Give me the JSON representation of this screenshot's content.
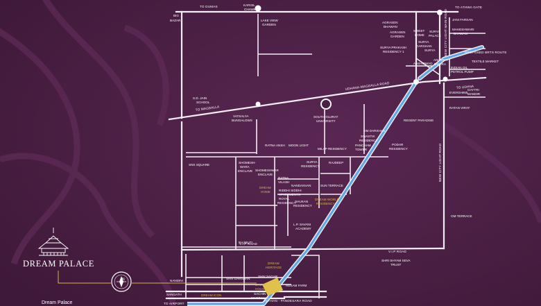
{
  "brand": {
    "name": "DREAM PALACE",
    "caption": "Dream Palace"
  },
  "compass": {
    "north": "N"
  },
  "colors": {
    "background": "#4a1f44",
    "road": "#f3eef4",
    "brts": "#5fa8e6",
    "highlight": "#e0c24a"
  },
  "roads": {
    "to_dumas": "TO DUMAS",
    "to_athwa_gate": "TO ATHWA GATE",
    "udhana_magdalla_road": "UDHANA-MAGDALLA ROAD",
    "to_magdalla": "TO MAGDALLA",
    "to_udhna": "TO UDHNA",
    "vip_road_right": "V.I.P ROAD",
    "vip_road_left": "V.I.P ROAD",
    "new_city_light_road": "NEW CITY LIGHT ROAD",
    "new_city_light_main_road": "NEW CITY LIGHT MAIN ROAD",
    "althan_pandesara_road": "ALTHAN - PANDESARA ROAD",
    "to_airport": "TO AIRPORT",
    "brts_route": "PROPOSED BRTS ROUTE"
  },
  "landmarks": {
    "big_bazar_1": "BIG",
    "big_bazar_2": "BAZAR",
    "kargil_1": "KARGIL",
    "kargil_2": "CHAWK",
    "lake_view_1": "LAKE VIEW",
    "lake_view_2": "GARDEN",
    "agrasen_bhavan_1": "AGRASEN",
    "agrasen_bhavan_2": "BHAWAN",
    "agrasen_garden_1": "AGRASEN",
    "agrasen_garden_2": "GARDEN",
    "sweet_home_1": "SWEET",
    "sweet_home_2": "HOME",
    "surya_palace_1": "SURYA",
    "surya_palace_2": "PALACE",
    "surya_darshan_1": "SURYA",
    "surya_darshan_2": "DARSHAN",
    "surya_prakash_1": "SURYA PRAKASH",
    "surya_prakash_2": "RESIDENCY 1",
    "surya": "SURYA",
    "aashirwad": "AASHIRWAD",
    "anuvrat_1": "ANUVRAT",
    "anuvrat_2": "DWARA",
    "jani_farsan": "JANI FARSAN",
    "maheshwari_1": "MAHESHWARI",
    "maheshwari_2": "BHAWAN",
    "brts_1": "PROPOSED BRTS ROUTE",
    "textile_market": "TEXTILE MARKET",
    "indian_oil_1": "INDIAN OIL",
    "indian_oil_2": "PETROL PUMP",
    "evershine": "EVERSHINE",
    "gaytri_1": "GAYTRI",
    "gaytri_2": "MANDIR",
    "ratan_virat": "RATAN VIRAT",
    "sd_jain_1": "S.D. JAIN",
    "sd_jain_2": "SCHOOL",
    "vatsalya_1": "VATSALYA",
    "vatsalya_2": "BUNGALOWS",
    "south_gujarat_1": "SOUTH GUJRAT",
    "south_gujarat_2": "UNIVERSITY",
    "regent_paradise": "REGENT PARADISE",
    "om_darshan_1": "OM DARSHAN",
    "swastik_1": "SWASTIK",
    "swastik_2": "RESIDENCY",
    "pancham_1": "PANCHAM",
    "pancham_2": "TOWER",
    "podar_1": "PODAR",
    "podar_2": "RESIDENCY",
    "ratna_ansh": "RATNA ANSH",
    "moon_light": "MOON LIGHT",
    "milap": "MILAP RESIDENCY",
    "sns_square": "SNS SQUARE",
    "shomeshwara_1": "SHOMESH-",
    "shomeshwara_2": "WARA",
    "shomeshwara_3": "ENCLAVE",
    "shomeshwar_e_1": "SHOMESHWAR",
    "shomeshwar_e_2": "ENCLAVE",
    "surya_res_1": "SURYA",
    "surya_res_2": "RESIDENCY",
    "rajdeep": "RAJDEEP",
    "ratna_vilash_1": "RATNA",
    "ratna_vilash_2": "VILASH",
    "nandanvan": "NANDANVAN",
    "sun_terrace": "SUN TERRACE",
    "riddhi_1": "RIDDHI SIDDHI",
    "riddhi_2": "APARTMENTS",
    "royal_1": "ROYAL",
    "royal_2": "RESIDENCY",
    "shukan_1": "SHUKAN",
    "shukan_2": "RESIDENCY",
    "lp_savani_1": "L.P. SAVANI",
    "lp_savani_2": "ACADEMY",
    "rajmuti": "RAJMUTI",
    "om_terrace": "OM TERRACE",
    "shri_shyam_1": "SHRI SHYAM SEVA",
    "shri_shyam_2": "TRUST",
    "nandini": "NANDINI",
    "shiv_darshan": "SHIV DARSHAN",
    "shiv_sagar": "SHIV SAGAR",
    "resam_farm": "RESAM FARM",
    "sachin_1": "SACHIN",
    "sachin_2": "MAGDALLA",
    "sangath": "SANGATH"
  },
  "projects": {
    "dream_home_1": "DREAM",
    "dream_home_2": "HOME",
    "dream_world_1": "DREAM WORLD",
    "dream_world_2": "RESIDENCY",
    "dream_heritage_1": "DREAM",
    "dream_heritage_2": "HERITAGE",
    "dream_house_1": "DREAM",
    "dream_house_2": "HOUSE",
    "dream_icon": "DREAM ICON"
  }
}
